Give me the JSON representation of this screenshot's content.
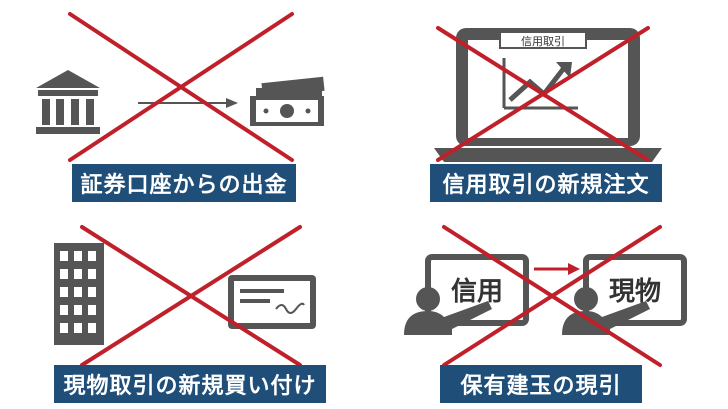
{
  "panels": [
    {
      "label": "証券口座からの出金"
    },
    {
      "label": "信用取引の新規注文",
      "screen_title": "信用取引"
    },
    {
      "label": "現物取引の新規買い付け"
    },
    {
      "label": "保有建玉の現引",
      "left_board": "信用",
      "right_board": "現物"
    }
  ],
  "icons": [
    "bank-icon",
    "arrow-right-icon",
    "banknote-stack-icon",
    "laptop-icon",
    "chart-up-icon",
    "office-building-icon",
    "check-card-icon",
    "presenter-icon",
    "arrow-right-icon",
    "presenter-icon"
  ],
  "colors": {
    "cross": "#c0202a",
    "label_bg": "#1f4e79",
    "icon": "#555555",
    "accent_red": "#c0202a"
  }
}
